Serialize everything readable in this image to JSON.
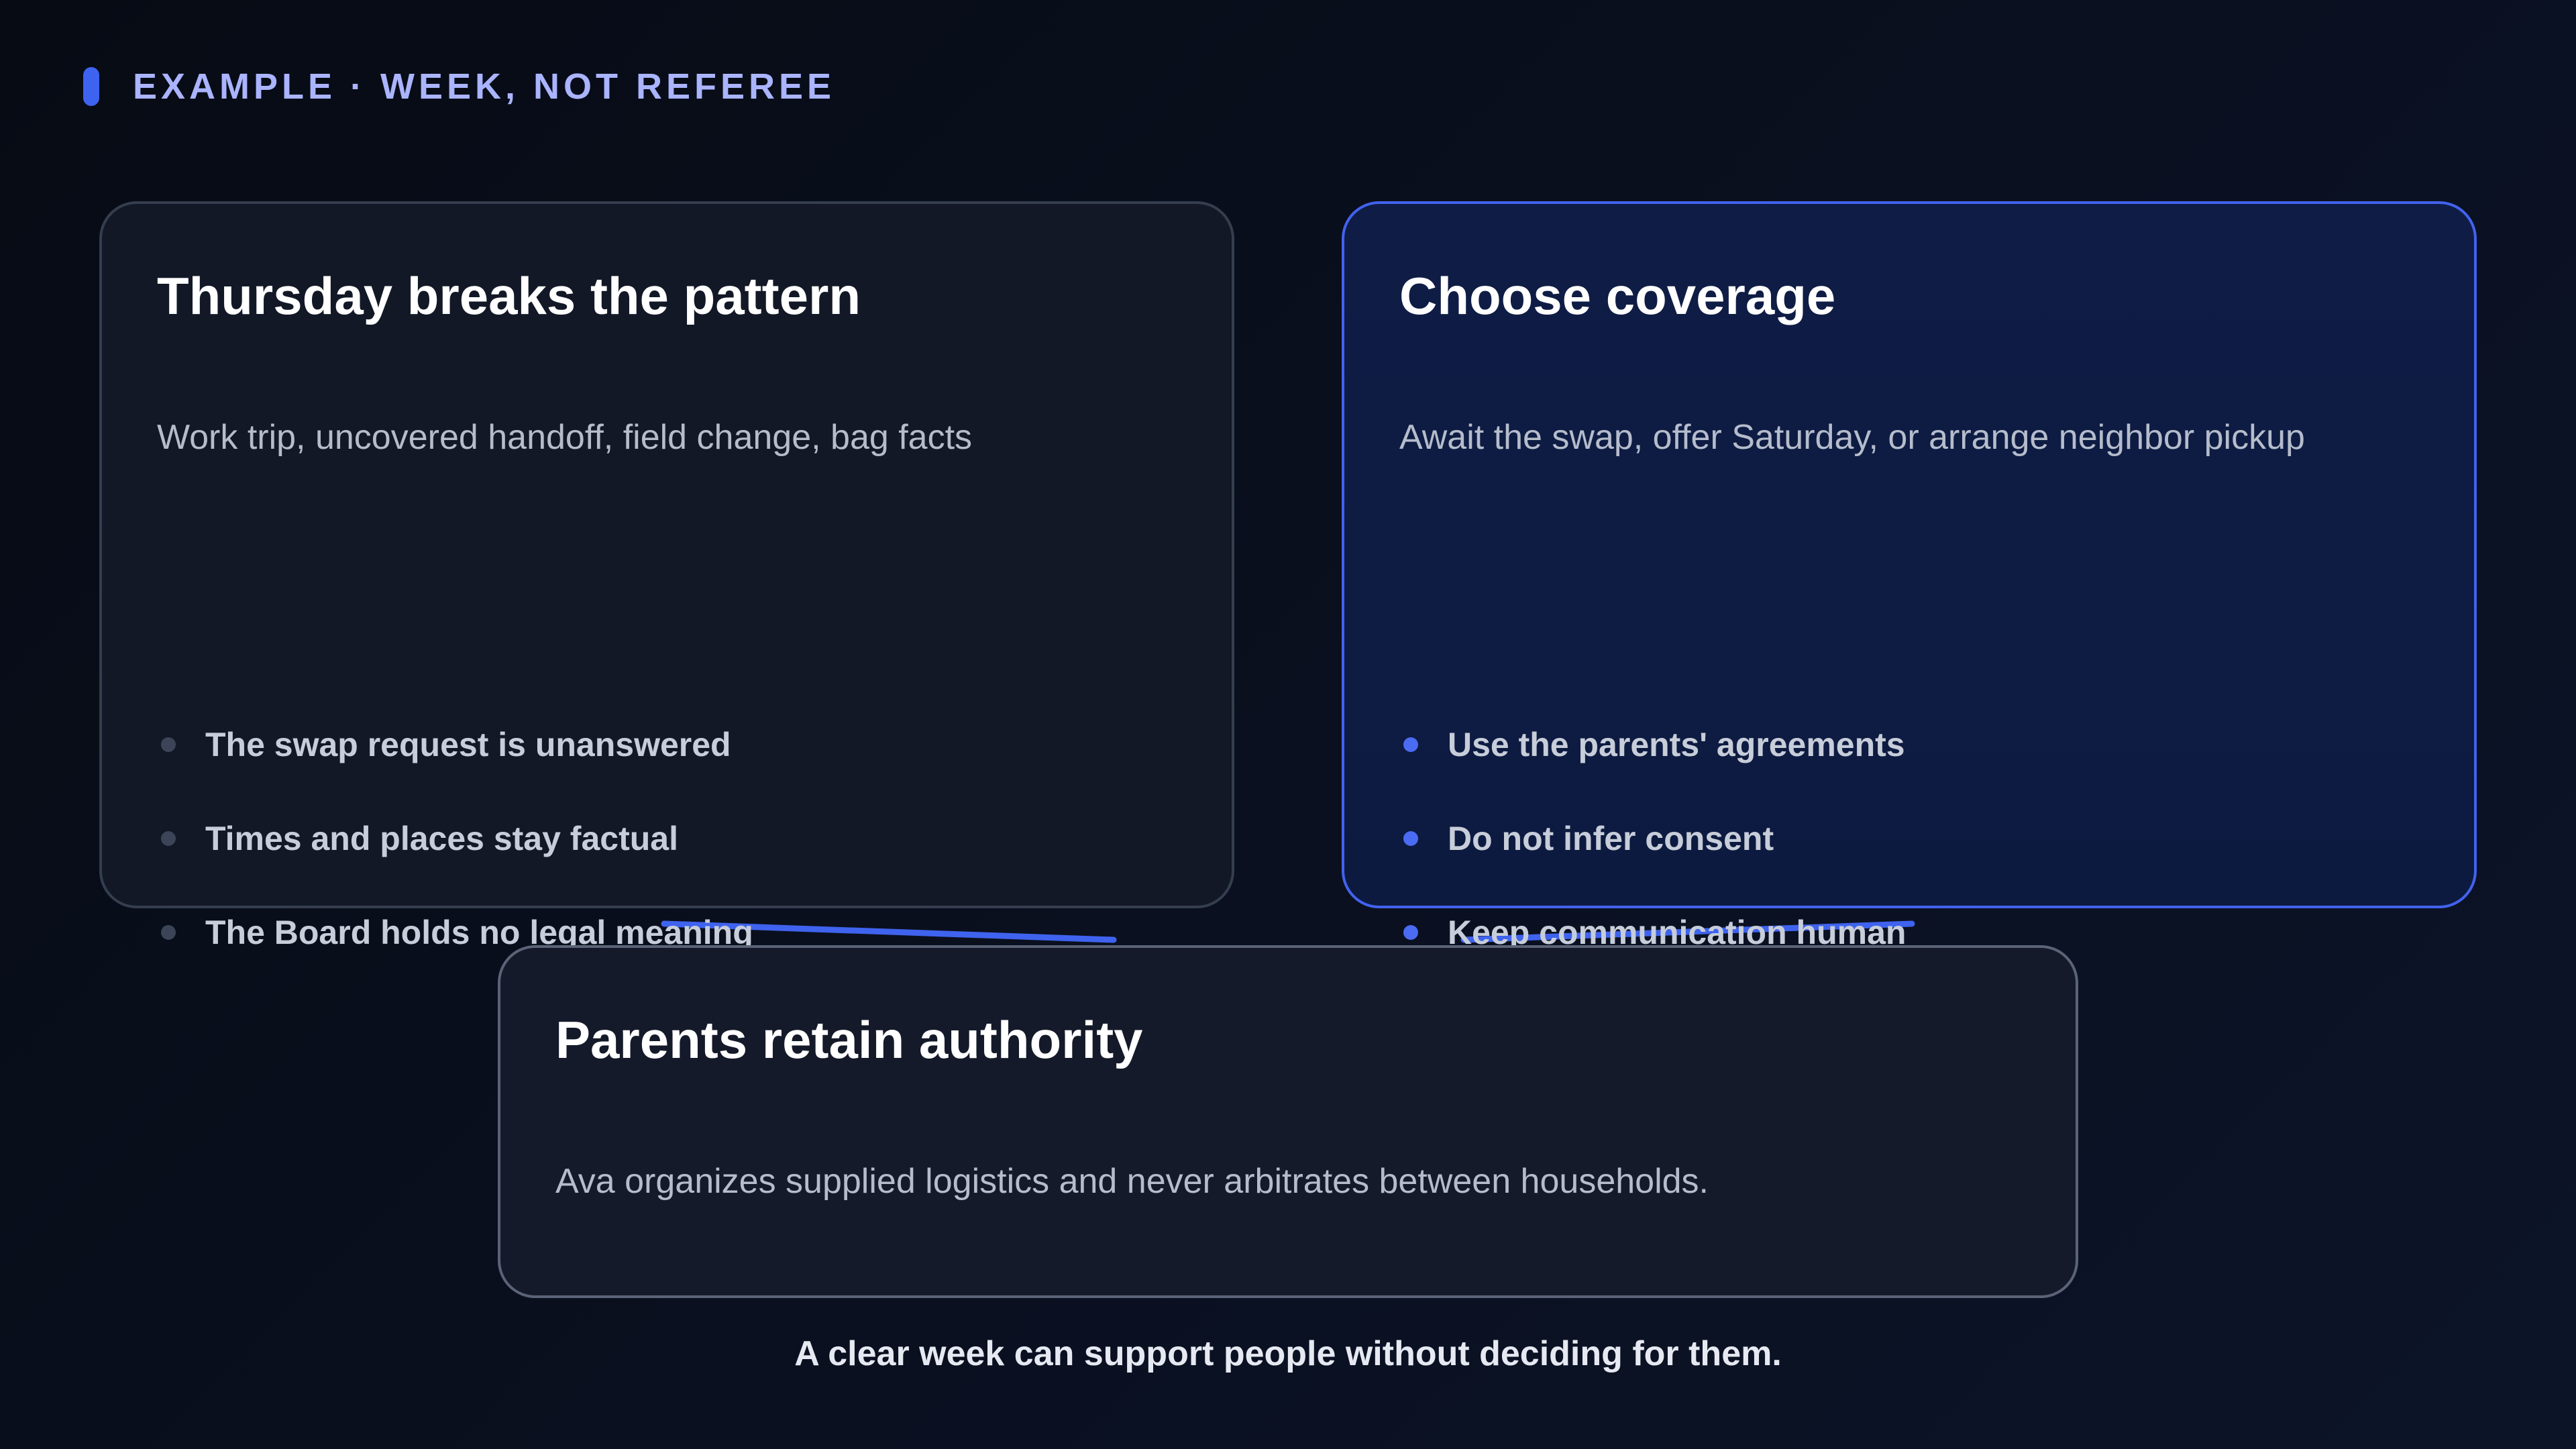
{
  "header": {
    "eyebrow": "EXAMPLE · WEEK, NOT REFEREE"
  },
  "cards": {
    "left": {
      "title": "Thursday breaks the pattern",
      "subtitle": "Work trip, uncovered handoff, field change, bag facts",
      "bullets": [
        "The swap request is unanswered",
        "Times and places stay factual",
        "The Board holds no legal meaning"
      ]
    },
    "right": {
      "title": "Choose coverage",
      "subtitle": "Await the swap, offer Saturday, or arrange neighbor pickup",
      "bullets": [
        "Use the parents' agreements",
        "Do not infer consent",
        "Keep communication human"
      ]
    },
    "bottom": {
      "title": "Parents retain authority",
      "subtitle": "Ava organizes supplied logistics and never arbitrates between households."
    }
  },
  "footer": {
    "text": "A clear week can support people without deciding for them."
  },
  "colors": {
    "accent": "#3e63f0",
    "eyebrow": "#aab4ff",
    "card_left_bg": "#121826",
    "card_right_bg": "#0f1d46",
    "card_bottom_bg": "#151a2a"
  }
}
